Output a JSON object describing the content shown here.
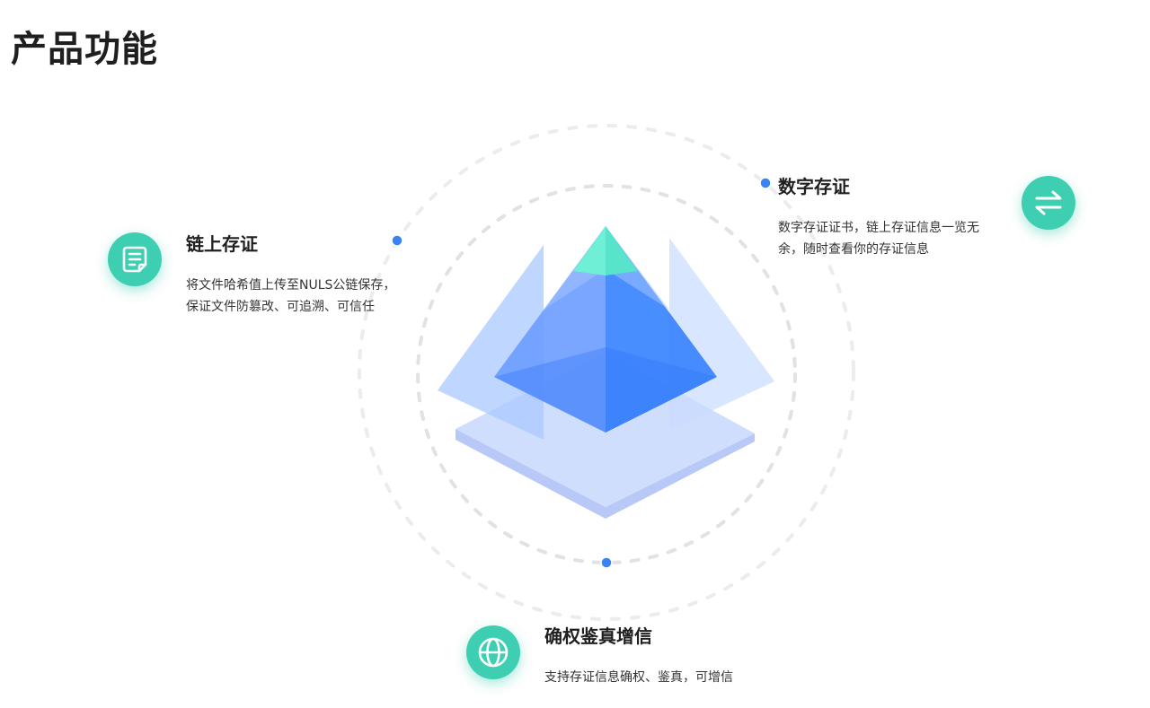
{
  "page": {
    "title": "产品功能"
  },
  "features": [
    {
      "title": "链上存证",
      "description": "将文件哈希值上传至NULS公链保存，保证文件防篡改、可追溯、可信任",
      "icon": "document-icon"
    },
    {
      "title": "数字存证",
      "description": "数字存证证书，链上存证信息一览无余，随时查看你的存证信息",
      "icon": "exchange-arrows-icon"
    },
    {
      "title": "确权鉴真增信",
      "description": "支持存证信息确权、鉴真，可增信",
      "icon": "globe-icon"
    }
  ],
  "colors": {
    "icon_bg": "#3ecfb2",
    "dot": "#3b82f6",
    "pyramid_blue": "#2f80ff",
    "pyramid_tip": "#5fe8cf",
    "ring": "#e2e2e2"
  }
}
